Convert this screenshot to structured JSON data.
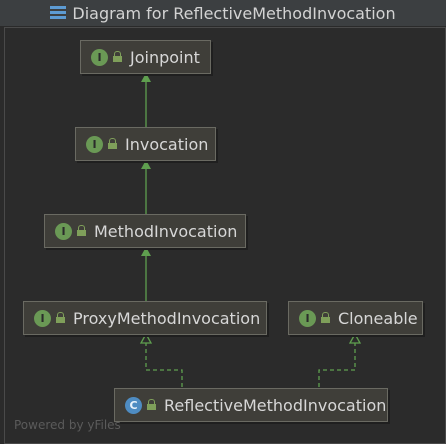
{
  "window": {
    "title": "Diagram for ReflectiveMethodInvocation"
  },
  "nodes": {
    "joinpoint": {
      "label": "Joinpoint",
      "badge": "I"
    },
    "invocation": {
      "label": "Invocation",
      "badge": "I"
    },
    "methodinvocation": {
      "label": "MethodInvocation",
      "badge": "I"
    },
    "proxymethodinvocation": {
      "label": "ProxyMethodInvocation",
      "badge": "I"
    },
    "cloneable": {
      "label": "Cloneable",
      "badge": "I"
    },
    "reflectivemethodinvocation": {
      "label": "ReflectiveMethodInvocation",
      "badge": "C"
    }
  },
  "footer": {
    "text": "Powered by yFiles"
  },
  "colors": {
    "edge": "#5f9f4f",
    "interface_badge": "#6a9955",
    "class_badge": "#4e8cc2"
  }
}
